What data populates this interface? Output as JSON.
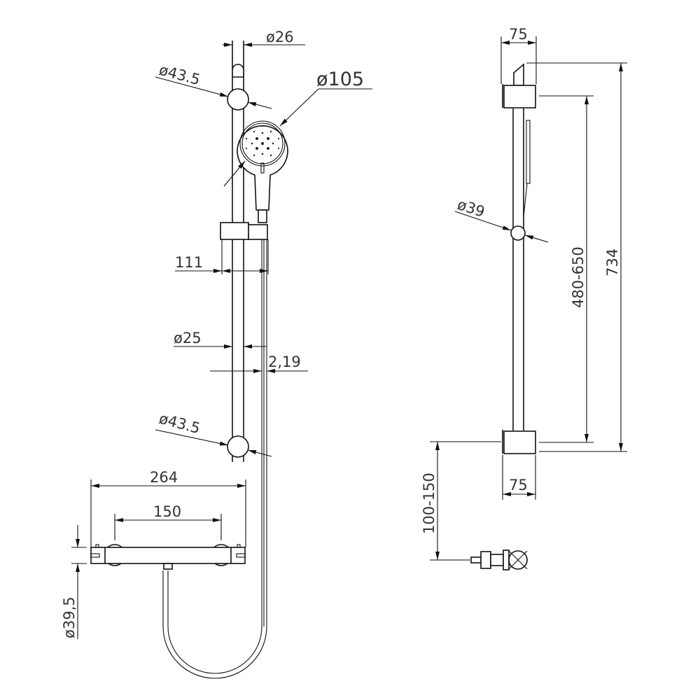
{
  "front_view": {
    "dims": {
      "rail_top": "ø26",
      "bracket_top": "ø43.5",
      "handset": "ø105",
      "slider_offset": "111",
      "rail": "ø25",
      "hose": "2,19",
      "bracket_bottom": "ø43.5",
      "valve_width": "264",
      "valve_centers": "150",
      "valve_diameter": "ø39,5"
    }
  },
  "side_view": {
    "dims": {
      "top_bracket_depth": "75",
      "bottom_bracket_depth": "75",
      "overall_height": "734",
      "bracket_spacing": "480-650",
      "slider": "ø39",
      "valve_offset": "100-150"
    }
  },
  "colors": {
    "line": "#111111",
    "text": "#333333"
  }
}
